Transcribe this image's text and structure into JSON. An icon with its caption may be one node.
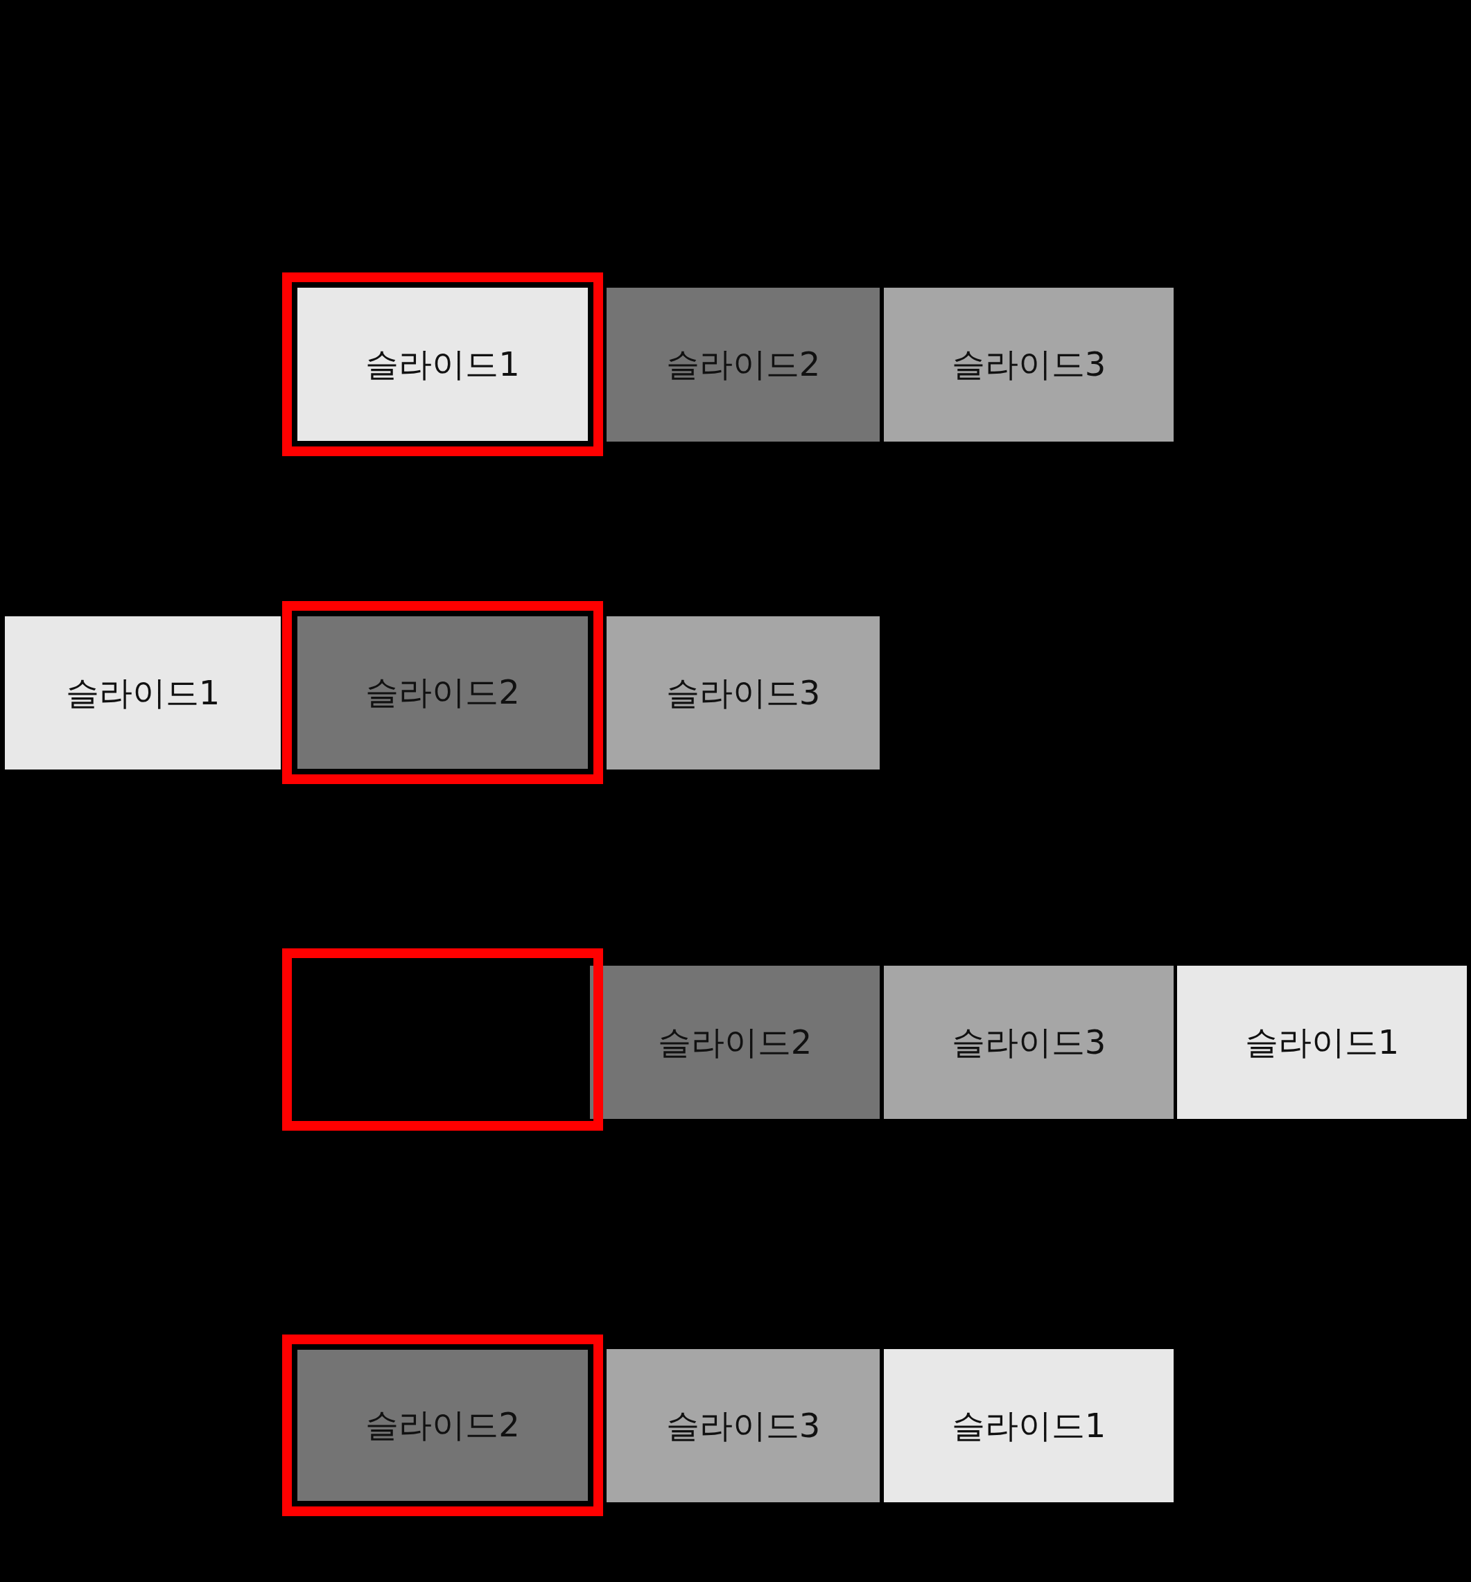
{
  "diagram": {
    "nodes": [
      {
        "text": [],
        "shape": "box"
      },
      {
        "text": [
          "슬라이드1"
        ],
        "in": 0
      },
      {
        "text": [
          "슬라이드2"
        ]
      },
      {
        "text": [
          "슬라이드3"
        ]
      },
      {
        "text": [
          "슬라이드1"
        ]
      },
      {
        "text": [],
        "shape": "box"
      },
      {
        "text": [
          "슬라이드2"
        ],
        "in": 5
      },
      {
        "text": [
          "슬라이드3"
        ]
      },
      {
        "text": [],
        "shape": "box"
      },
      {
        "text": [
          "슬라이드2"
        ]
      },
      {
        "text": [
          "슬라이드3"
        ]
      },
      {
        "text": [
          "슬라이드1"
        ]
      },
      {
        "text": [],
        "shape": "box"
      },
      {
        "text": [
          "슬라이드2"
        ],
        "in": 12
      },
      {
        "text": [
          "슬라이드3"
        ]
      },
      {
        "text": [
          "슬라이드1"
        ]
      }
    ]
  }
}
